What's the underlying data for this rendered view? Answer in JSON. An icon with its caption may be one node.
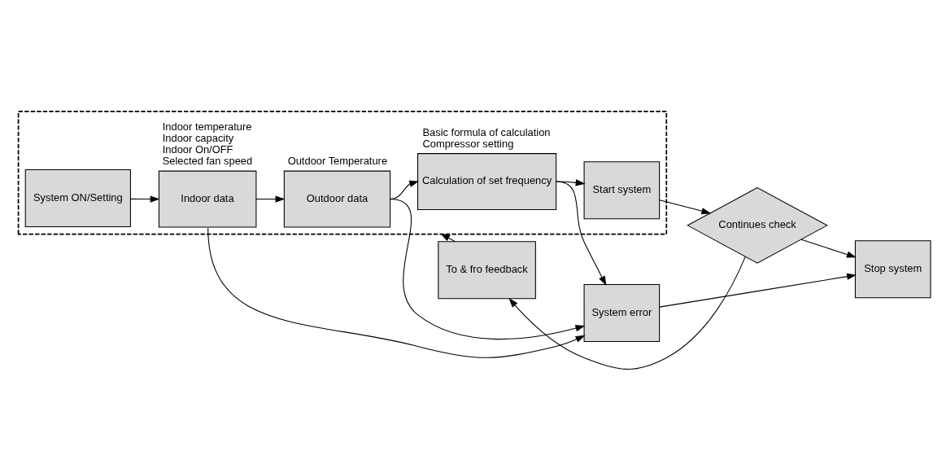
{
  "diagram": {
    "nodes": [
      {
        "text": [],
        "shape": "box"
      },
      {
        "text": [
          "To & fro feedback"
        ]
      },
      {
        "text": [
          "System ON/Setting"
        ],
        "in": 0
      },
      {
        "text": [
          "Indoor data"
        ],
        "in": 0,
        "beside": [
          "Indoor temperature",
          "Indoor capacity",
          "Indoor On/OFF",
          "Selected fan speed"
        ]
      },
      {
        "text": [
          "Outdoor data"
        ],
        "in": 0,
        "beside": [
          "Outdoor Temperature"
        ]
      },
      {
        "text": [
          "Calculation of set frequency"
        ],
        "in": 0,
        "beside": [
          "Basic formula of calculation",
          "Compressor setting"
        ]
      },
      {
        "text": [
          "Start system"
        ],
        "in": 0
      },
      {
        "text": [
          "Continues check"
        ]
      },
      {
        "text": [
          "Stop system"
        ]
      },
      {
        "text": [
          "System error"
        ]
      }
    ],
    "edges": [
      {
        "from": 2,
        "to": 3,
        "arrow": "to"
      },
      {
        "from": 3,
        "to": 4,
        "arrow": "to"
      },
      {
        "from": 4,
        "to": 5,
        "arrow": "to"
      },
      {
        "from": 5,
        "to": 6,
        "arrow": "to"
      },
      {
        "from": 6,
        "to": 7,
        "arrow": "to"
      },
      {
        "from": 7,
        "to": 8,
        "arrow": "to"
      },
      {
        "from": 7,
        "to": 1,
        "arrow": "to"
      },
      {
        "from": 1,
        "to": 0,
        "arrow": "to"
      },
      {
        "from": 3,
        "to": 9,
        "arrow": "to"
      },
      {
        "from": 4,
        "to": 9,
        "arrow": "to"
      },
      {
        "from": 5,
        "to": 9,
        "arrow": "to"
      },
      {
        "from": 9,
        "to": 8,
        "arrow": "to"
      }
    ]
  }
}
